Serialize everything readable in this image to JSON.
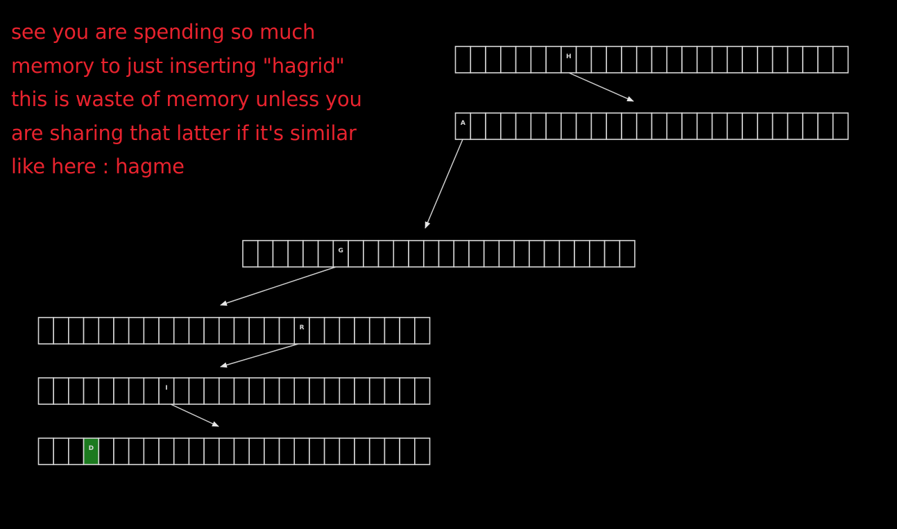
{
  "annotation": {
    "lines": [
      "see you are spending so much",
      "memory to just inserting \"hagrid\"",
      "this is waste of memory unless you",
      "are sharing that latter if it's similar",
      "like here : hagme"
    ],
    "color": "#e8232e"
  },
  "trie": {
    "cells_per_node": 26,
    "nodes": [
      {
        "letter": "H",
        "slot": 7,
        "highlighted": false
      },
      {
        "letter": "A",
        "slot": 0,
        "highlighted": false
      },
      {
        "letter": "G",
        "slot": 6,
        "highlighted": false
      },
      {
        "letter": "R",
        "slot": 17,
        "highlighted": false
      },
      {
        "letter": "I",
        "slot": 8,
        "highlighted": false
      },
      {
        "letter": "D",
        "slot": 3,
        "highlighted": true
      }
    ],
    "colors": {
      "cell_border": "#d9d9d9",
      "background": "#000000",
      "highlight": "#1c7a1f",
      "arrow": "#cfcfcf"
    }
  }
}
